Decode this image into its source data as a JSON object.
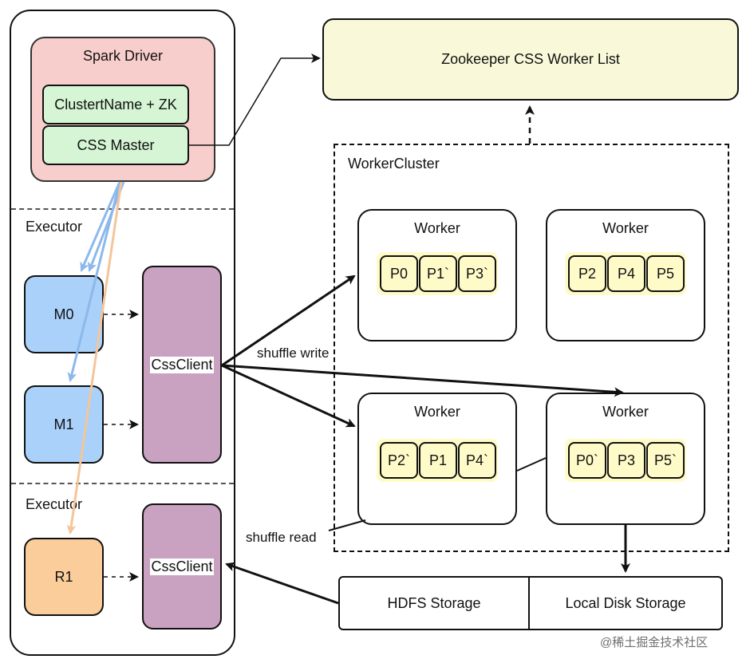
{
  "driver": {
    "title": "Spark Driver",
    "cluster_name": "ClustertName + ZK",
    "css_master": "CSS Master"
  },
  "executors": [
    {
      "label": "Executor",
      "tasks": [
        "M0",
        "M1"
      ],
      "client": "CssClient"
    },
    {
      "label": "Executor",
      "tasks": [
        "R1"
      ],
      "client": "CssClient"
    }
  ],
  "zookeeper": {
    "label": "Zookeeper CSS Worker List"
  },
  "worker_cluster": {
    "label": "WorkerCluster",
    "workers": [
      {
        "title": "Worker",
        "partitions": [
          "P0",
          "P1`",
          "P3`"
        ]
      },
      {
        "title": "Worker",
        "partitions": [
          "P2",
          "P4",
          "P5"
        ]
      },
      {
        "title": "Worker",
        "partitions": [
          "P2`",
          "P1",
          "P4`"
        ]
      },
      {
        "title": "Worker",
        "partitions": [
          "P0`",
          "P3",
          "P5`"
        ]
      }
    ]
  },
  "storage": {
    "hdfs": "HDFS Storage",
    "local": "Local Disk Storage"
  },
  "edge_labels": {
    "shuffle_write": "shuffle write",
    "shuffle_read": "shuffle read"
  },
  "watermark": "@稀土掘金技术社区",
  "colors": {
    "driver_fill": "#f8cecc",
    "master_fill": "#d5f5d5",
    "map_fill": "#a9d1fa",
    "reduce_fill": "#fbcd9b",
    "client_fill": "#c9a1c1",
    "zookeeper_fill": "#f9f9da",
    "partition_fill": "#fffbc8",
    "blue_arrow": "#8db8ec",
    "orange_arrow": "#f5c59a"
  }
}
